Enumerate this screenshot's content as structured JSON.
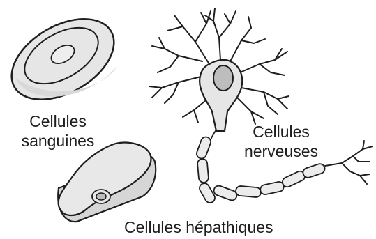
{
  "labels": {
    "blood": {
      "line1": "Cellules",
      "line2": "sanguines"
    },
    "nerve": {
      "line1": "Cellules",
      "line2": "nerveuses"
    },
    "liver": {
      "line1": "Cellules hépathiques"
    }
  },
  "colors": {
    "outline": "#1e1e1e",
    "cell_fill": "#e6e6e6",
    "nucleus_fill": "#bdbdbd",
    "background": "#ffffff"
  }
}
